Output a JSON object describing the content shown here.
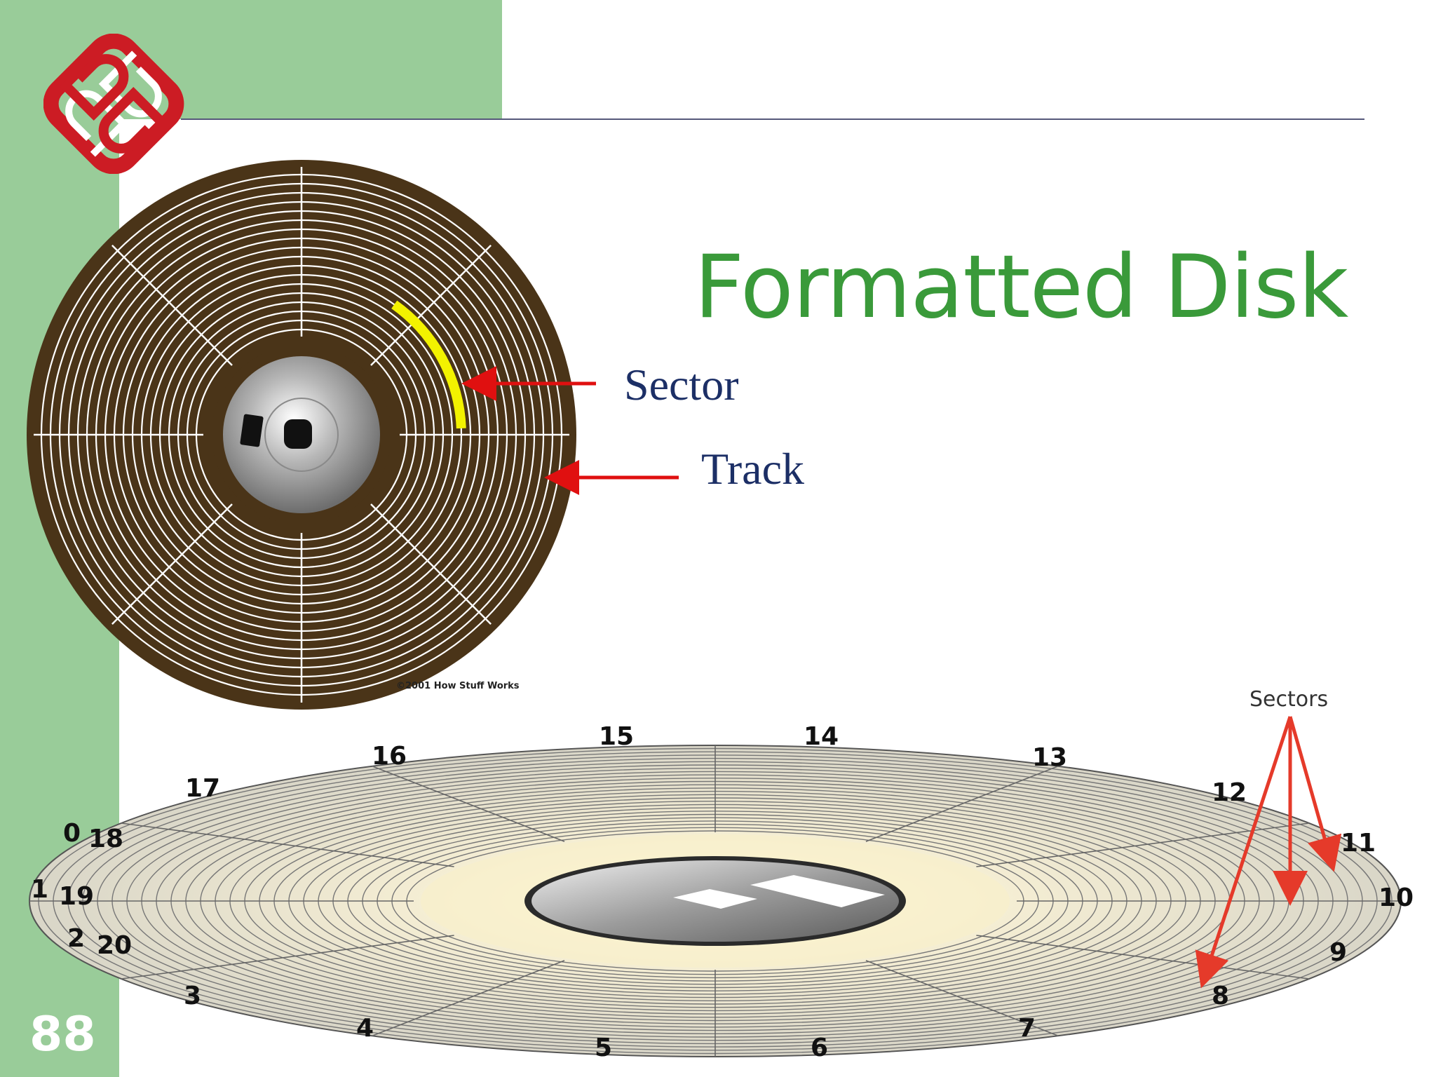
{
  "slide": {
    "title": "Formatted Disk",
    "page_number": "88"
  },
  "top_diagram": {
    "copyright": "©2001 How Stuff Works",
    "sector_label": "Sector",
    "track_label": "Track",
    "colors": {
      "platter": "#4a3418",
      "tracks": "#ffffff",
      "highlight": "#f3f200",
      "arrow": "#e01010"
    }
  },
  "bottom_diagram": {
    "caption": "Sectors",
    "sector_numbers": [
      "0",
      "1",
      "2",
      "3",
      "4",
      "5",
      "6",
      "7",
      "8",
      "9",
      "10",
      "11",
      "12",
      "13",
      "14",
      "15",
      "16",
      "17",
      "18",
      "19",
      "20"
    ],
    "colors": {
      "platter": "#ece6cf",
      "arrow": "#e53a2a"
    }
  },
  "logo": {
    "name": "polyu-logo",
    "color": "#cc1c24"
  }
}
